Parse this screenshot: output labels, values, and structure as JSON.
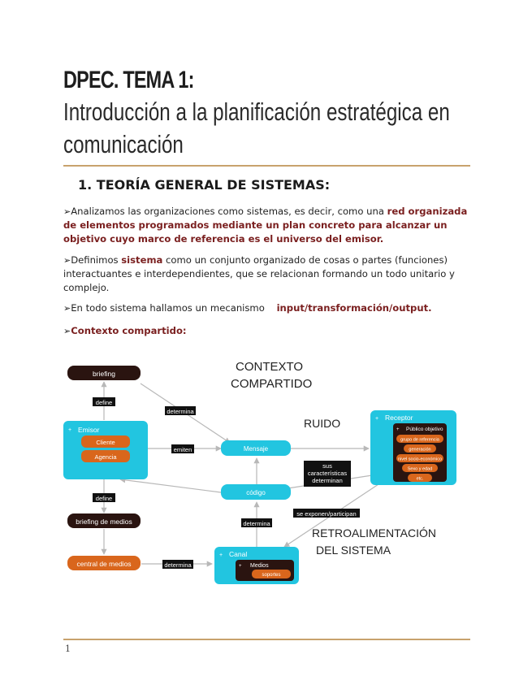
{
  "title": {
    "line1": "DPEC. TEMA 1:",
    "line2": "Introducción a la planificación estratégica en",
    "line3": "comunicación"
  },
  "section_heading": "1. TEORÍA GENERAL DE SISTEMAS:",
  "paragraphs": {
    "p1_pre": "Analizamos las organizaciones como sistemas, es decir, como una ",
    "p1_bold": "red organizada de elementos programados mediante un plan concreto para alcanzar un objetivo cuyo marco de referencia es el universo del emisor.",
    "p2_pre": "Definimos ",
    "p2_bold": "sistema",
    "p2_post": " como un conjunto organizado de cosas o partes (funciones) interactuantes e interdependientes, que se relacionan formando un todo unitario y complejo.",
    "p3_pre": "En todo sistema hallamos un mecanismo ",
    "p3_bold": "input/transformación/output.",
    "p4_bold": "Contexto compartido:"
  },
  "bullet_symbol": "➢",
  "diagram": {
    "big_labels": {
      "contexto": "CONTEXTO",
      "compartido": "COMPARTIDO",
      "ruido": "RUIDO",
      "retro1": "RETROALIMENTACIÓN",
      "retro2": "DEL SISTEMA"
    },
    "nodes": {
      "briefing": "briefing",
      "emisor": "Emisor",
      "cliente": "Cliente",
      "agencia": "Agencia",
      "mensaje": "Mensaje",
      "codigo": "código",
      "receptor": "Receptor",
      "publico": "Público objetivo",
      "briefing_medios": "briefing de medios",
      "central_medios": "central de medios",
      "canal": "Canal",
      "medios": "Medios",
      "soportes": "soportes"
    },
    "receptor_items": [
      "grupo de referencia",
      "generación",
      "nivel socio-económico",
      "Sexo y edad",
      "etc."
    ],
    "edge_labels": {
      "define1": "define",
      "determina1": "determina",
      "emiten": "emiten",
      "sus_caracteristicas": "sus características determinan",
      "define2": "define",
      "determina2": "determina",
      "se_exponen": "se exponen/participan",
      "determina3": "determina"
    },
    "expand_mark": "+",
    "colors": {
      "cyan": "#22c5e0",
      "dark": "#2a1410",
      "orange": "#d9661c",
      "edge": "#b8b8b8"
    }
  },
  "page_number": "1"
}
